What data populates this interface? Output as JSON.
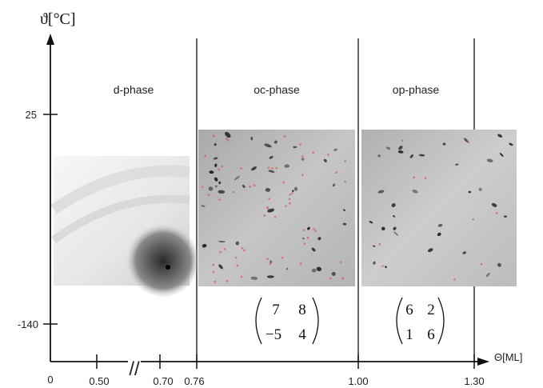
{
  "y_axis": {
    "label": "ϑ[°C]",
    "ticks": [
      "25",
      "-140"
    ]
  },
  "x_axis": {
    "label": "Θ[ML]",
    "ticks": [
      "0",
      "0.50",
      "0.70",
      "0.76",
      "1.00",
      "1.30"
    ],
    "break_mark": "//"
  },
  "phases": [
    {
      "name": "d-phase"
    },
    {
      "name": "oc-phase",
      "matrix": [
        [
          "7",
          "8"
        ],
        [
          "−5",
          "4"
        ]
      ]
    },
    {
      "name": "op-phase",
      "matrix": [
        [
          "6",
          "2"
        ],
        [
          "1",
          "6"
        ]
      ]
    }
  ],
  "colors": {
    "axis": "#111111",
    "marker_red": "#d04848",
    "spot": "#1a1a1a"
  }
}
